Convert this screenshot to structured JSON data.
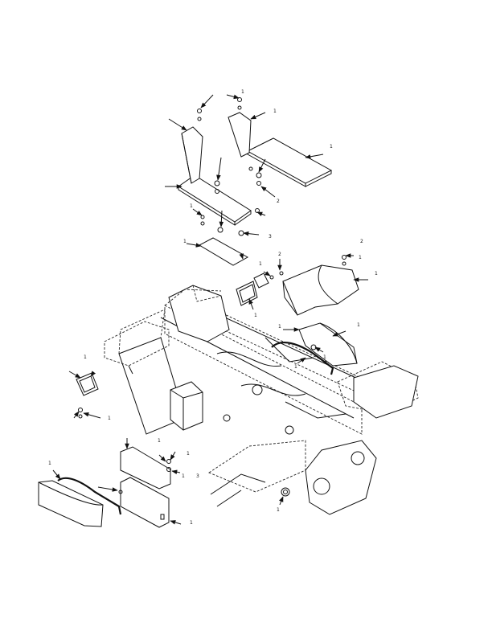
{
  "diagram": {
    "kind": "exploded-parts-view",
    "line_color": "#111111",
    "background": "#ffffff",
    "callouts": [
      {
        "id": "c1",
        "label": "1"
      },
      {
        "id": "c2",
        "label": "1"
      },
      {
        "id": "c3",
        "label": "1"
      },
      {
        "id": "c4",
        "label": "2"
      },
      {
        "id": "c5",
        "label": "3"
      },
      {
        "id": "c6",
        "label": "1"
      },
      {
        "id": "c7",
        "label": "1"
      },
      {
        "id": "c8",
        "label": "2"
      },
      {
        "id": "c9",
        "label": "1"
      },
      {
        "id": "c10",
        "label": "1"
      },
      {
        "id": "c11",
        "label": "1"
      },
      {
        "id": "c12",
        "label": "2"
      },
      {
        "id": "c13",
        "label": "1"
      },
      {
        "id": "c14",
        "label": "1"
      },
      {
        "id": "c15",
        "label": "1"
      },
      {
        "id": "c16",
        "label": "1"
      },
      {
        "id": "c17",
        "label": "1"
      },
      {
        "id": "c18",
        "label": "1"
      },
      {
        "id": "c19",
        "label": "1"
      },
      {
        "id": "c20",
        "label": "1"
      },
      {
        "id": "c21",
        "label": "1"
      },
      {
        "id": "c22",
        "label": "1"
      },
      {
        "id": "c23",
        "label": "3"
      },
      {
        "id": "c24",
        "label": "1"
      },
      {
        "id": "c25",
        "label": "1"
      },
      {
        "id": "c26",
        "label": "1"
      }
    ]
  }
}
